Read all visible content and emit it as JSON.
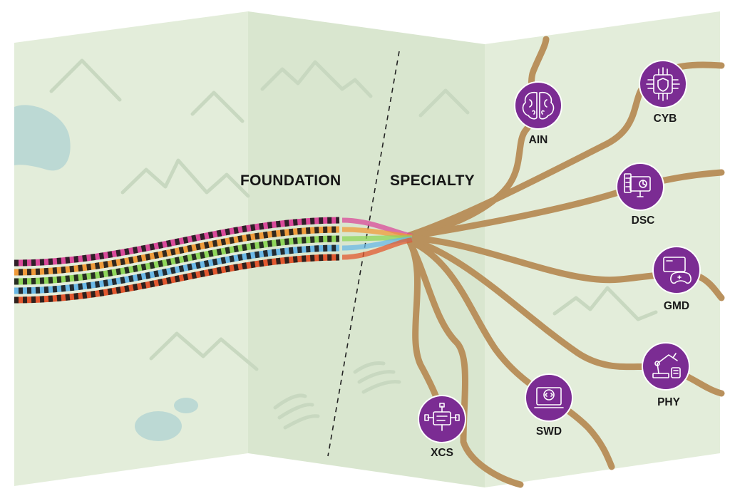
{
  "sections": {
    "foundation": "FOUNDATION",
    "specialty": "SPECIALTY"
  },
  "colors": {
    "map_panel": "#e3edda",
    "map_fold": "#d7e5cd",
    "road": "#b9915d",
    "node": "#7b2c93",
    "water": "#bcd9d4",
    "strands": [
      "#d94a9a",
      "#ef9b3a",
      "#8ed65a",
      "#6ab8e6",
      "#e2582f"
    ]
  },
  "nodes": [
    {
      "id": "ain",
      "label": "AIN",
      "icon": "brain-icon"
    },
    {
      "id": "cyb",
      "label": "CYB",
      "icon": "circuit-shield-icon"
    },
    {
      "id": "dsc",
      "label": "DSC",
      "icon": "data-dashboard-icon"
    },
    {
      "id": "gmd",
      "label": "GMD",
      "icon": "game-controller-icon"
    },
    {
      "id": "phy",
      "label": "PHY",
      "icon": "robot-arm-icon"
    },
    {
      "id": "swd",
      "label": "SWD",
      "icon": "code-window-icon"
    },
    {
      "id": "xcs",
      "label": "XCS",
      "icon": "circuit-chip-icon"
    }
  ]
}
